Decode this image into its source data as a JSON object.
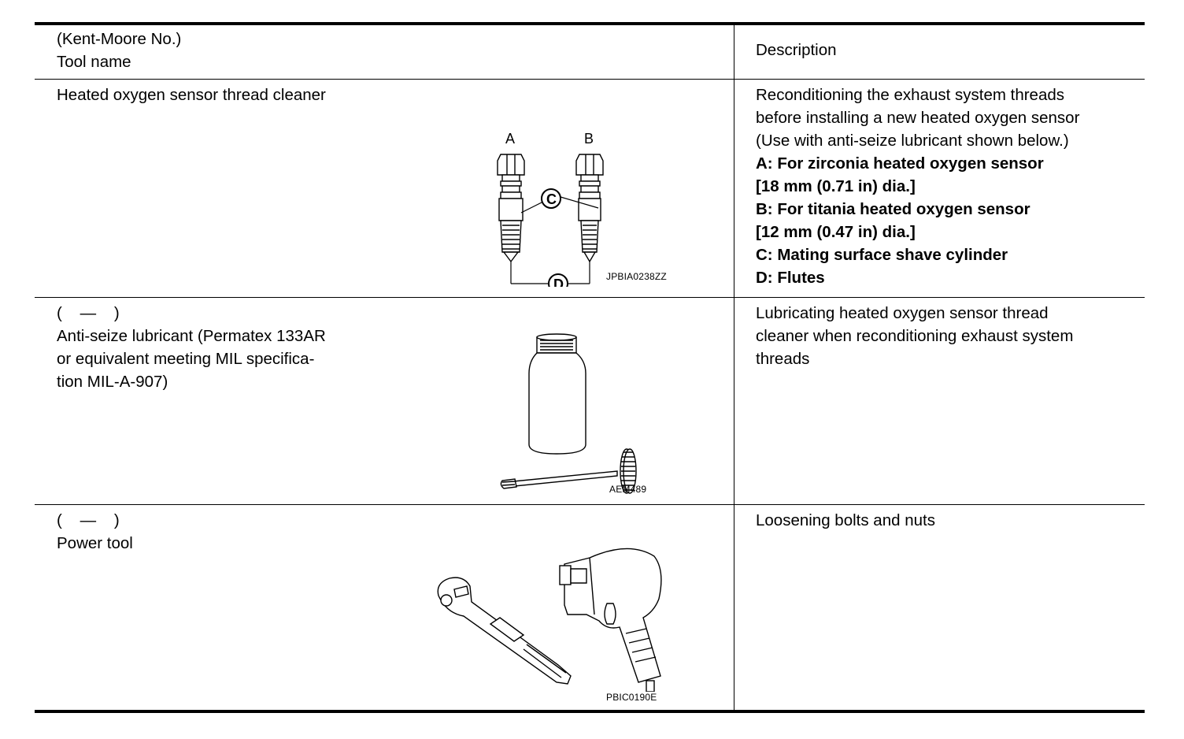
{
  "table": {
    "header": {
      "col1_line1": "(Kent-Moore No.)",
      "col1_line2": "Tool name",
      "col2": "Description"
    },
    "rows": [
      {
        "tool_name": "Heated oxygen sensor thread cleaner",
        "figure": {
          "label_a": "A",
          "label_b": "B",
          "label_c": "C",
          "label_d": "D",
          "figure_id": "JPBIA0238ZZ"
        },
        "description": [
          "Reconditioning the exhaust system threads",
          "before installing a new heated oxygen sensor",
          "(Use with anti-seize lubricant shown below.)"
        ],
        "description_bold": [
          "A: For zirconia heated oxygen sensor",
          "[18 mm (0.71 in) dia.]",
          "B: For titania heated oxygen sensor",
          "[12 mm (0.47 in) dia.]",
          "C: Mating surface shave cylinder",
          "D: Flutes"
        ]
      },
      {
        "kent_moore": "(    —    )",
        "tool_name_lines": [
          "Anti-seize lubricant (Permatex 133AR",
          "or equivalent meeting MIL specifica-",
          "tion MIL-A-907)"
        ],
        "figure": {
          "figure_id": "AEM489"
        },
        "description": [
          "Lubricating heated oxygen sensor thread",
          "cleaner when reconditioning exhaust system",
          "threads"
        ]
      },
      {
        "kent_moore": "(    —    )",
        "tool_name": "Power tool",
        "figure": {
          "figure_id": "PBIC0190E"
        },
        "description": [
          "Loosening bolts and nuts"
        ]
      }
    ]
  }
}
